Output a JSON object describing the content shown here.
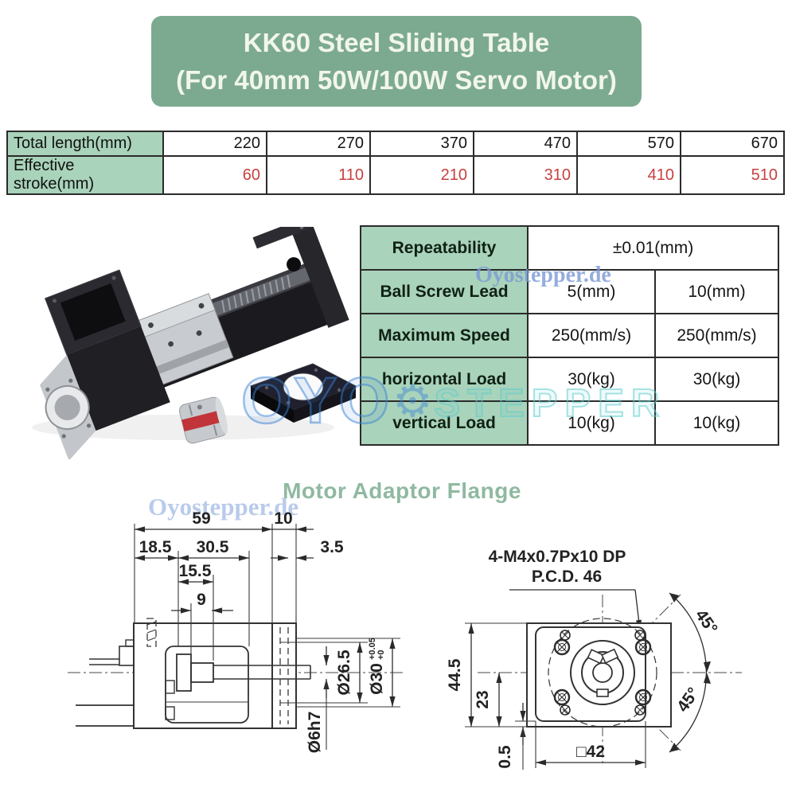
{
  "header": {
    "title_line1": "KK60 Steel Sliding Table",
    "title_line2": "(For 40mm 50W/100W Servo Motor)"
  },
  "length_table": {
    "row_length": {
      "label": "Total length(mm)",
      "values": [
        "220",
        "270",
        "370",
        "470",
        "570",
        "670"
      ]
    },
    "row_stroke": {
      "label": "Effective stroke(mm)",
      "values": [
        "60",
        "110",
        "210",
        "310",
        "410",
        "510"
      ]
    }
  },
  "spec_table": {
    "rows": [
      {
        "label": "Repeatability",
        "value_span": "±0.01(mm)"
      },
      {
        "label": "Ball Screw Lead",
        "v1": "5(mm)",
        "v2": "10(mm)"
      },
      {
        "label": "Maximum Speed",
        "v1": "250(mm/s)",
        "v2": "250(mm/s)"
      },
      {
        "label": "horizontal Load",
        "v1": "30(kg)",
        "v2": "30(kg)"
      },
      {
        "label": "vertical Load",
        "v1": "10(kg)",
        "v2": "10(kg)"
      }
    ]
  },
  "section": {
    "title": "Motor Adaptor Flange"
  },
  "watermarks": {
    "site": "Oyostepper.de",
    "big_left": "OYO",
    "big_gear": "⚙",
    "big_right": "STEPPER"
  },
  "drawing_side": {
    "dim_59": "59",
    "dim_10": "10",
    "dim_18_5": "18.5",
    "dim_30_5": "30.5",
    "dim_3_5": "3.5",
    "dim_15_5": "15.5",
    "dim_9": "9",
    "dim_d26_5": "Ø26.5",
    "dim_d30": "Ø30",
    "tol_upper": "+0.05",
    "tol_lower": "+0",
    "dim_d6h7": "Ø6h7"
  },
  "drawing_front": {
    "label_holes": "4-M4x0.7Px10 DP",
    "label_pcd": "P.C.D. 46",
    "dim_44_5": "44.5",
    "dim_23": "23",
    "dim_0_5": "0.5",
    "dim_square42": "□42",
    "angle_top": "45°",
    "angle_bottom": "45°"
  },
  "colors": {
    "header_bg": "#7caa90",
    "table_label_bg": "#a9d3ba",
    "stroke_red": "#c94040",
    "section_green": "#8fb9a0",
    "watermark_blue": "#3a82d4",
    "watermark_teal": "#60cccc"
  }
}
